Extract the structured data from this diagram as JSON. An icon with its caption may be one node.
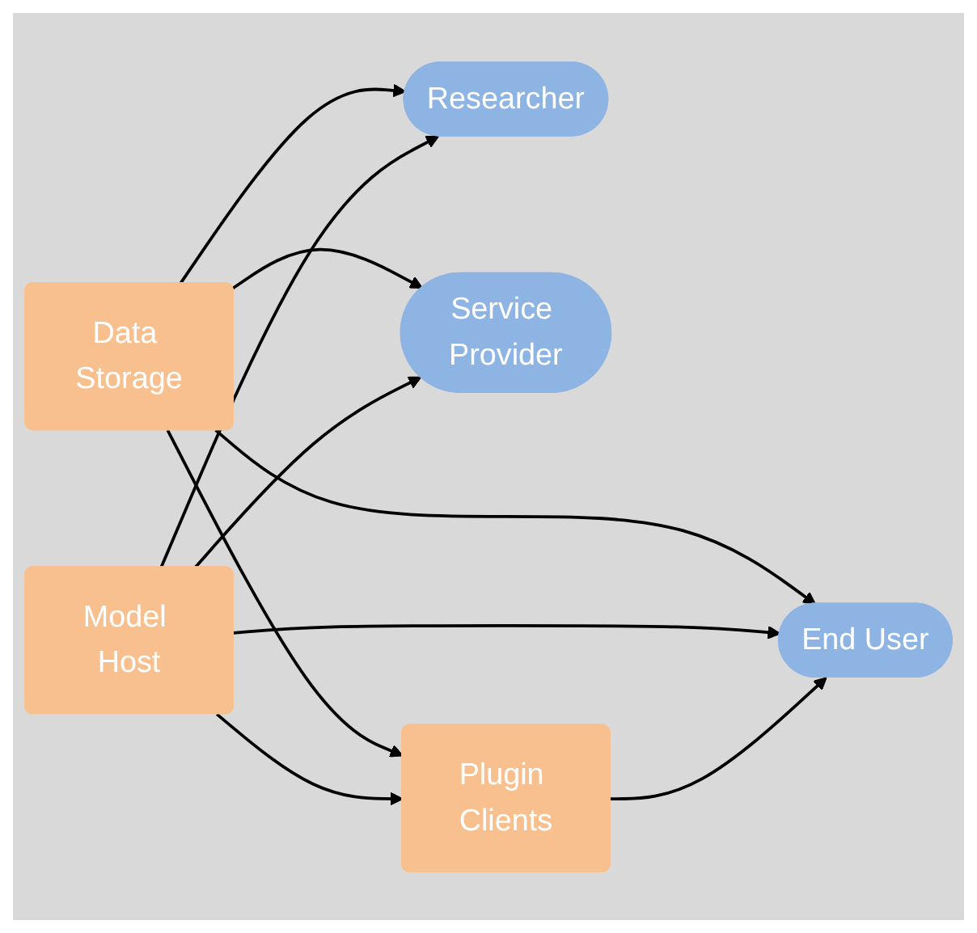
{
  "diagram": {
    "nodes": [
      {
        "text": [
          "Data Storage"
        ]
      },
      {
        "text": [
          "Model Host"
        ]
      },
      {
        "text": [
          "Researcher"
        ]
      },
      {
        "text": [
          "Service Provider"
        ]
      },
      {
        "text": [
          "End User"
        ]
      },
      {
        "text": [
          "Plugin Clients"
        ]
      }
    ],
    "edges": [
      {
        "from": 0,
        "to": 2,
        "arrow": "to"
      },
      {
        "from": 0,
        "to": 3,
        "arrow": "to"
      },
      {
        "from": 0,
        "to": 4,
        "arrow": "to"
      },
      {
        "from": 0,
        "to": 5,
        "arrow": "to"
      },
      {
        "from": 1,
        "to": 2,
        "arrow": "to"
      },
      {
        "from": 1,
        "to": 3,
        "arrow": "to"
      },
      {
        "from": 1,
        "to": 4,
        "arrow": "to"
      },
      {
        "from": 1,
        "to": 5,
        "arrow": "to"
      },
      {
        "from": 5,
        "to": 4,
        "arrow": "to"
      }
    ]
  }
}
